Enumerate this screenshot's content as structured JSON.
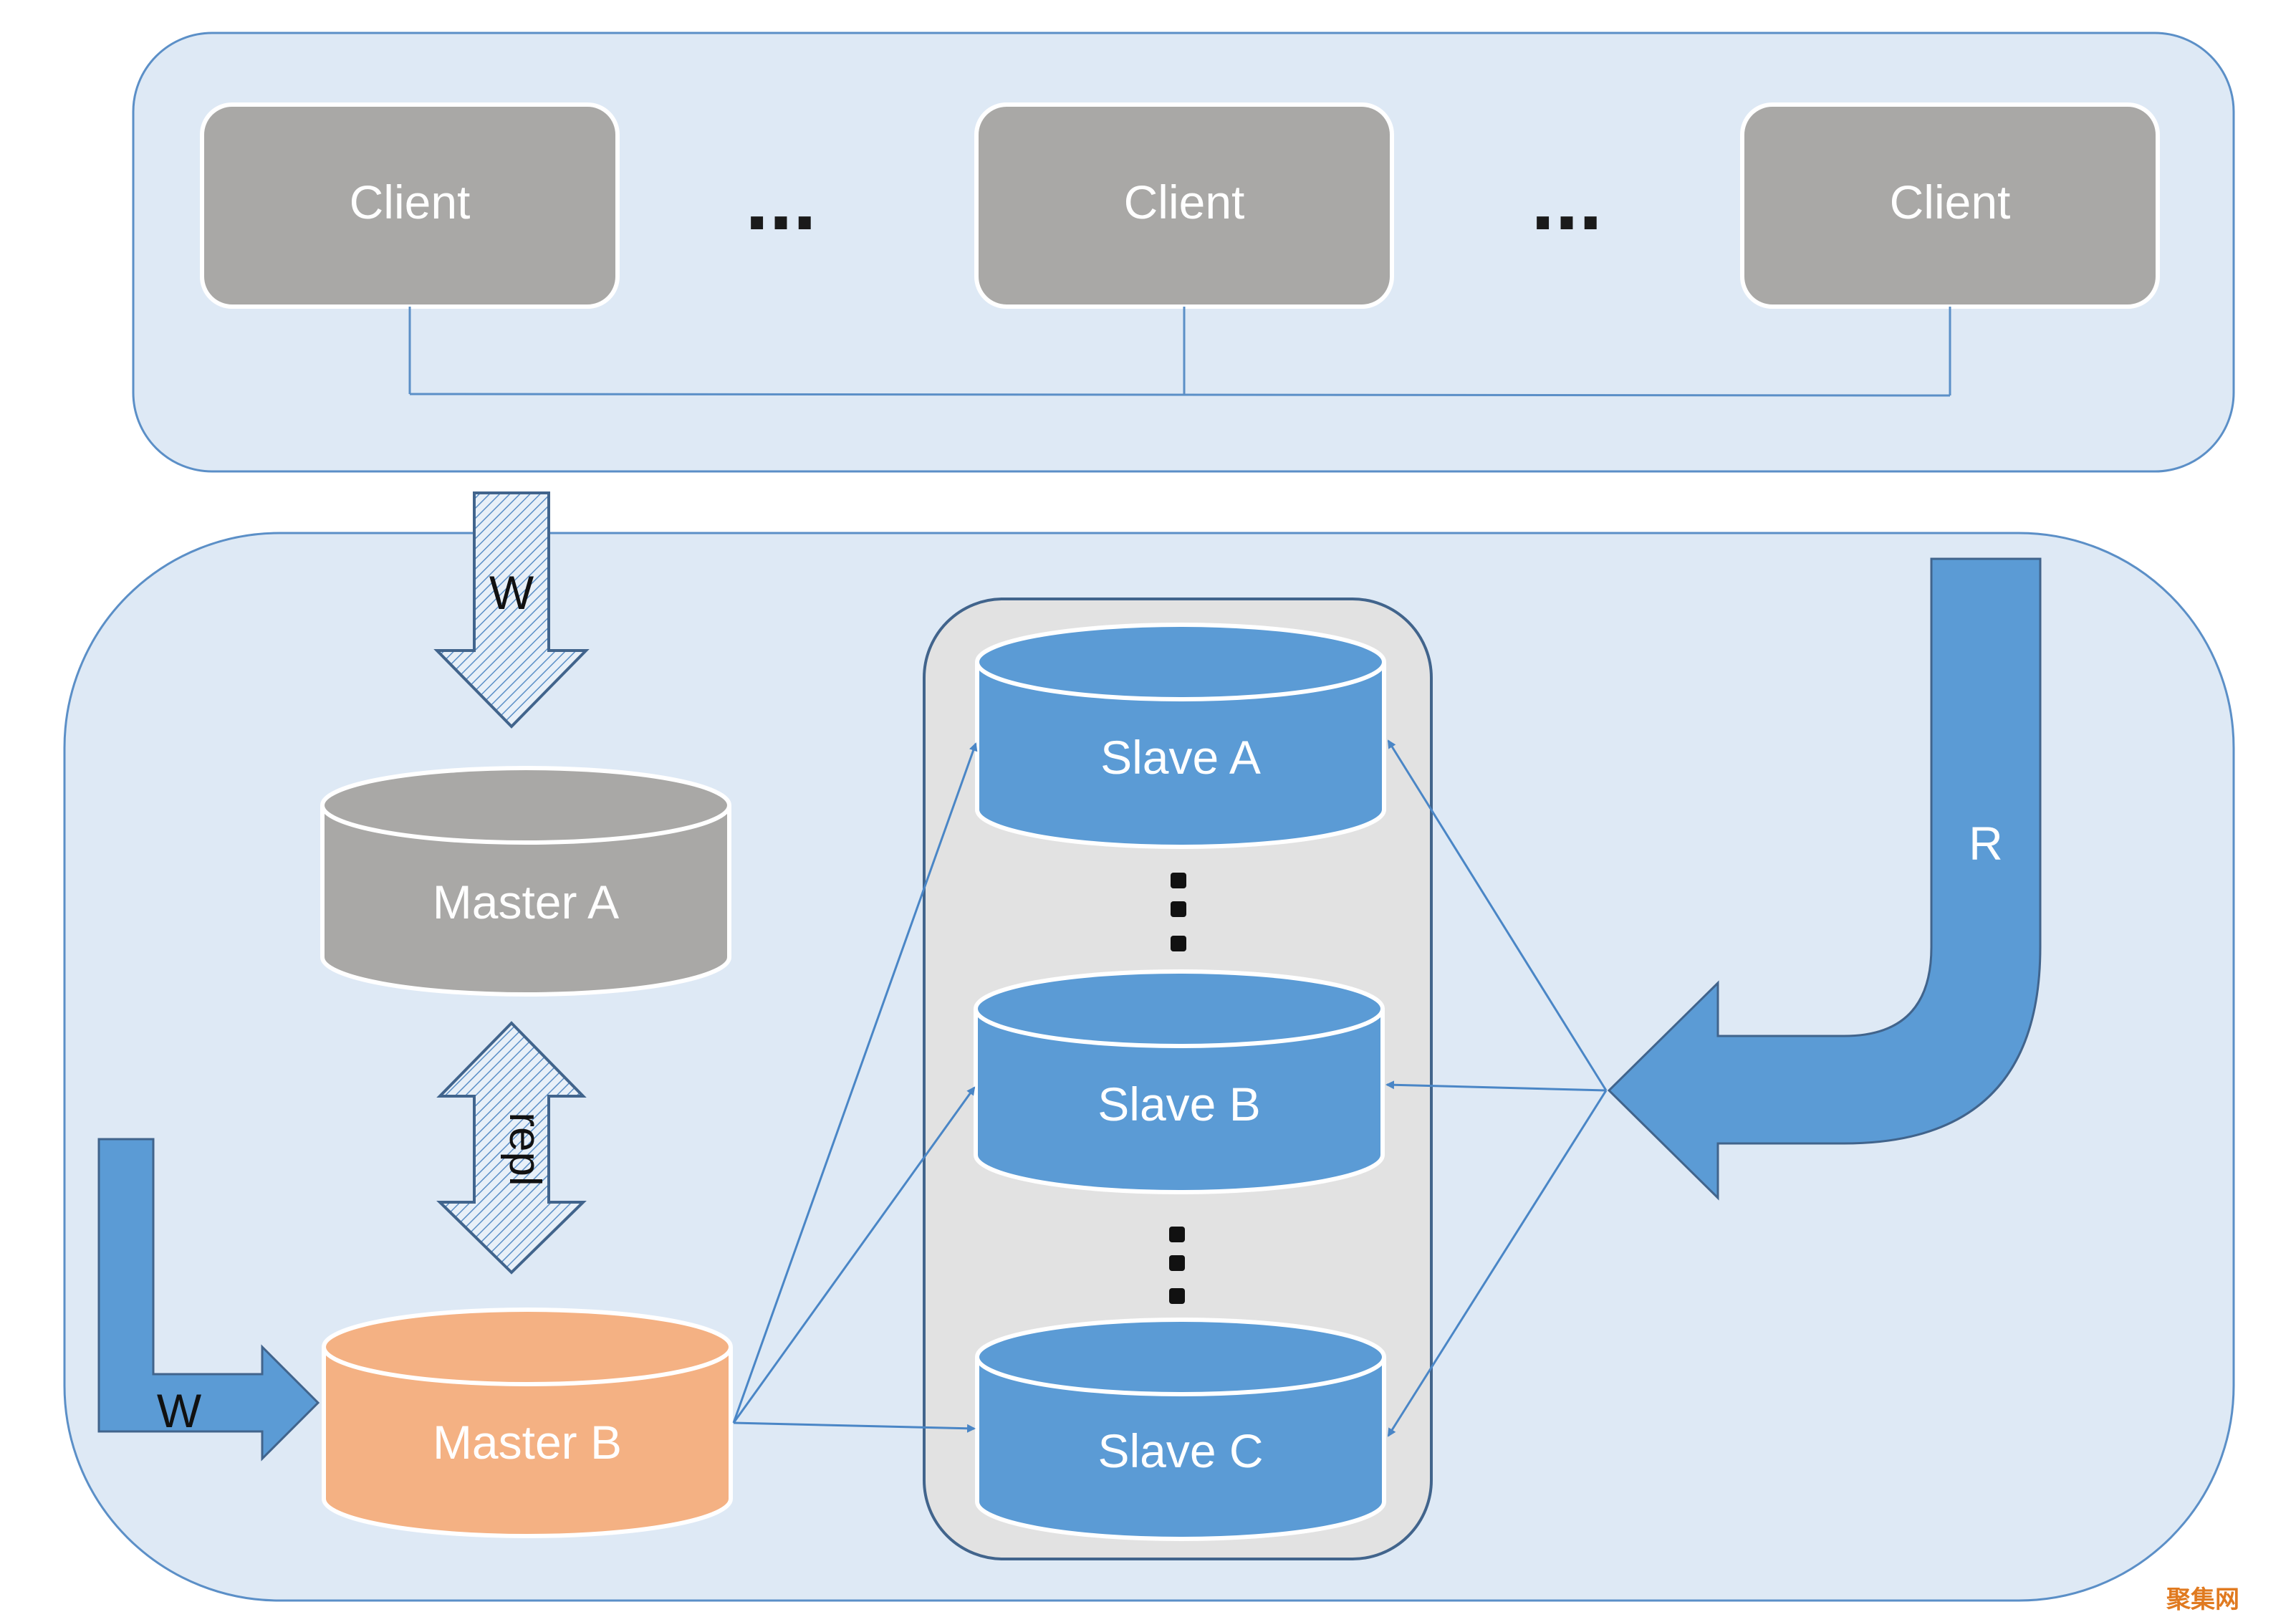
{
  "clients": {
    "labels": [
      "Client",
      "Client",
      "Client"
    ],
    "ellipses": [
      "...",
      "..."
    ]
  },
  "arrows": {
    "write_top": "W",
    "write_left": "W",
    "replication": "repl",
    "read": "R"
  },
  "masters": {
    "a": "Master A",
    "b": "Master B"
  },
  "slaves": {
    "a": "Slave A",
    "b": "Slave B",
    "c": "Slave C"
  },
  "watermark": "聚集网",
  "colors": {
    "panel_fill": "#dee9f5",
    "panel_stroke": "#5b8fc7",
    "client_fill": "#a9a8a6",
    "master_a_fill": "#a9a8a6",
    "master_b_fill": "#f4b183",
    "slave_fill": "#5b9bd5",
    "slave_group_fill": "#e2e2e2",
    "watermark": "#e07a20"
  }
}
